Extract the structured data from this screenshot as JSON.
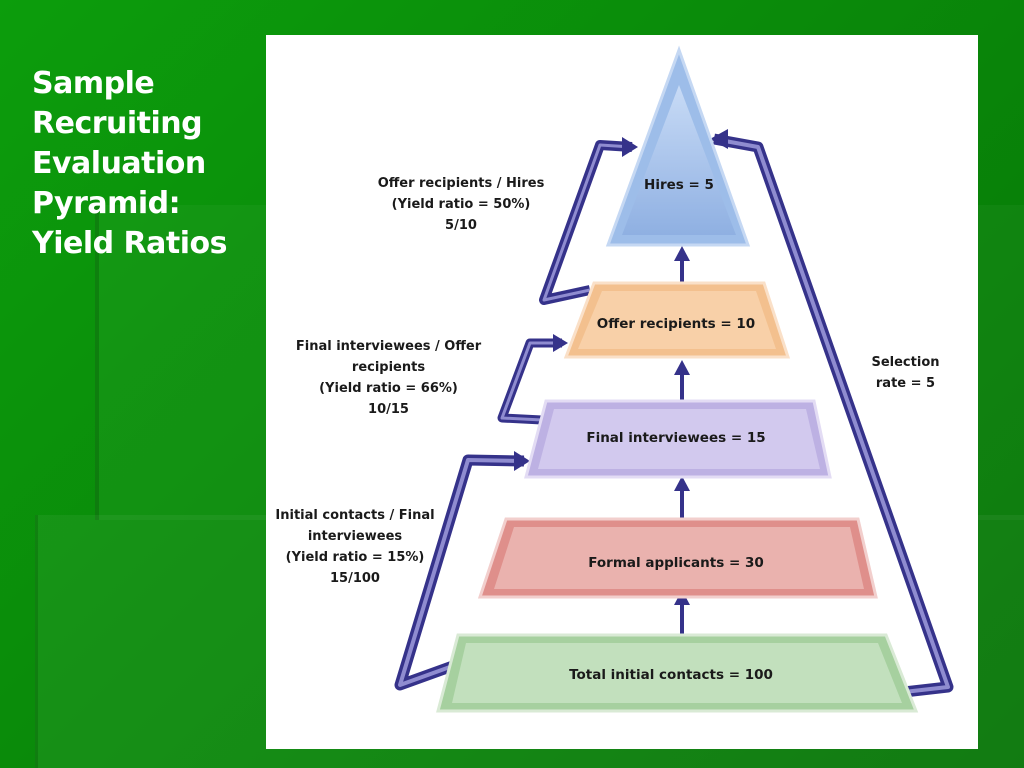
{
  "slide": {
    "title_lines": [
      "Sample",
      "Recruiting",
      "Evaluation",
      "Pyramid:",
      "Yield Ratios"
    ]
  },
  "pyramid": {
    "tiers": [
      {
        "label": "Hires = 5",
        "color": "#aec8ee"
      },
      {
        "label": "Offer recipients = 10",
        "color": "#f6c596"
      },
      {
        "label": "Final interviewees = 15",
        "color": "#c9c0e8"
      },
      {
        "label": "Formal applicants = 30",
        "color": "#e9a3a0"
      },
      {
        "label": "Total initial contacts = 100",
        "color": "#b3d6ae"
      }
    ],
    "yield_ratios": [
      {
        "lines": [
          "Offer recipients / Hires",
          "(Yield ratio = 50%)",
          "5/10"
        ]
      },
      {
        "lines": [
          "Final interviewees / Offer",
          "recipients",
          "(Yield ratio = 66%)",
          "10/15"
        ]
      },
      {
        "lines": [
          "Initial contacts / Final",
          "interviewees",
          "(Yield ratio = 15%)",
          "15/100"
        ]
      }
    ],
    "selection_rate": {
      "lines": [
        "Selection",
        "rate = 5"
      ]
    },
    "arrow_color": "#35328a"
  }
}
